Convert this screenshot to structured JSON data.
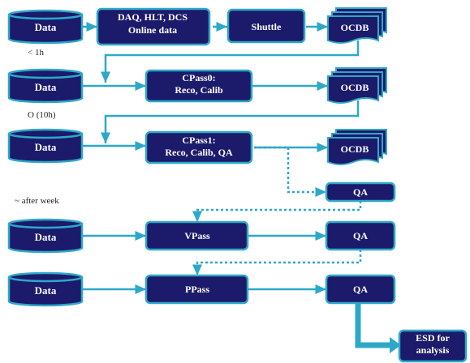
{
  "colors": {
    "box_fill": "#1c1a6b",
    "box_border": "#2ea8c8",
    "arrow": "#2ea8c8",
    "label": "#ffffff"
  },
  "notes": {
    "lt_1h": "< 1h",
    "o_10h": "O (10h)",
    "after_week": "~ after week"
  },
  "rows": {
    "r1": {
      "data": "Data",
      "daq": [
        "DAQ, HLT, DCS",
        "Online data"
      ],
      "shuttle": "Shuttle",
      "ocdb": "OCDB"
    },
    "r2": {
      "data": "Data",
      "cpass0": [
        "CPass0:",
        "Reco, Calib"
      ],
      "ocdb": "OCDB"
    },
    "r3": {
      "data": "Data",
      "cpass1": [
        "CPass1:",
        "Reco, Calib, QA"
      ],
      "ocdb": "OCDB",
      "qa": "QA"
    },
    "r4": {
      "data": "Data",
      "vpass": "VPass",
      "qa": "QA"
    },
    "r5": {
      "data": "Data",
      "ppass": "PPass",
      "qa": "QA"
    },
    "esd": [
      "ESD for",
      "analysis"
    ]
  }
}
